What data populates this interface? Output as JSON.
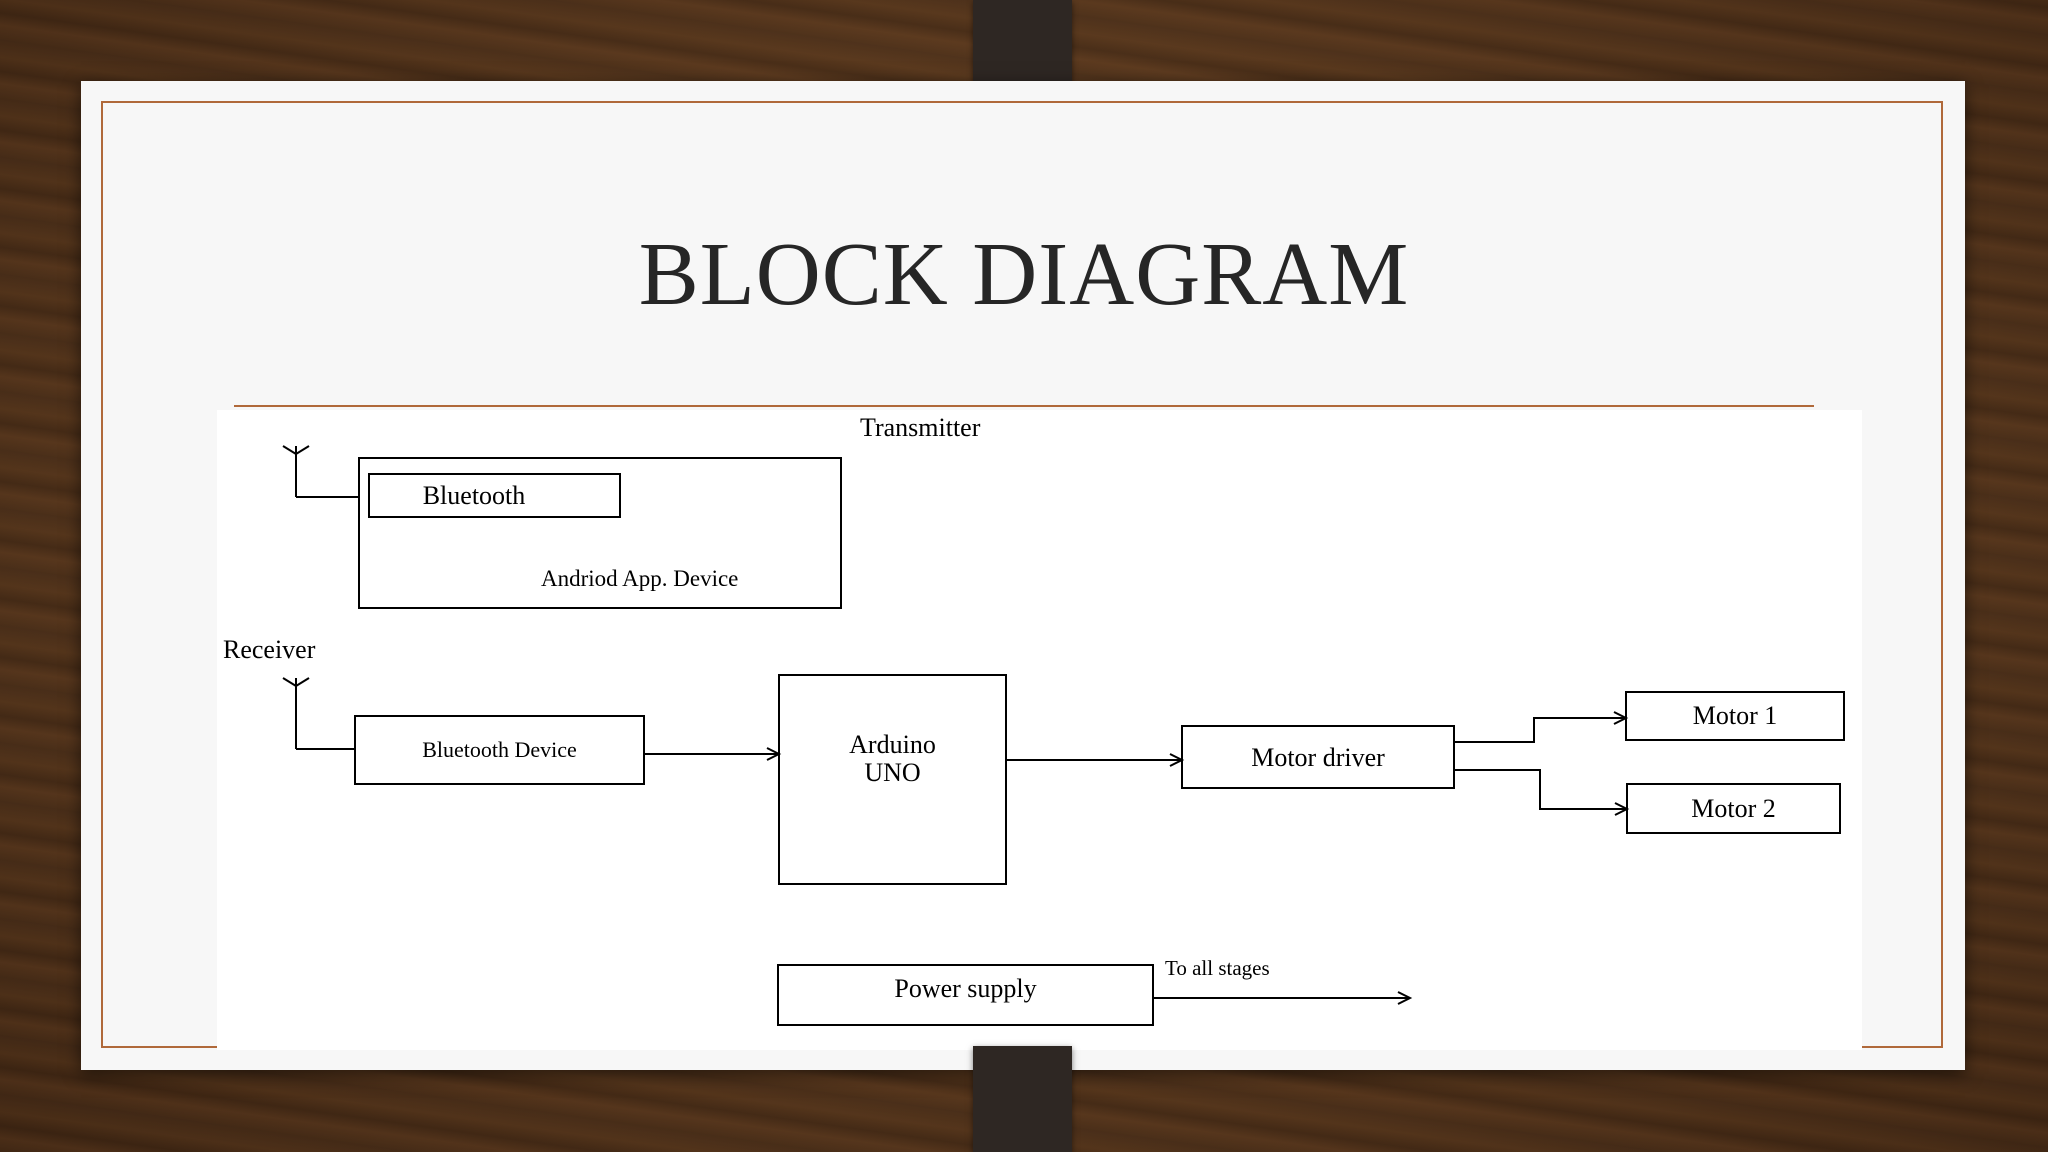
{
  "slide": {
    "title": "BLOCK DIAGRAM"
  },
  "diagram": {
    "transmitter_label": "Transmitter",
    "receiver_label": "Receiver",
    "blocks": {
      "bluetooth": "Bluetooth",
      "android_device": "Andriod App. Device",
      "bluetooth_device": "Bluetooth Device",
      "arduino_line1": "Arduino",
      "arduino_line2": "UNO",
      "motor_driver": "Motor driver",
      "motor1": "Motor 1",
      "motor2": "Motor 2",
      "power_supply": "Power supply"
    },
    "to_all_stages": "To all stages"
  }
}
